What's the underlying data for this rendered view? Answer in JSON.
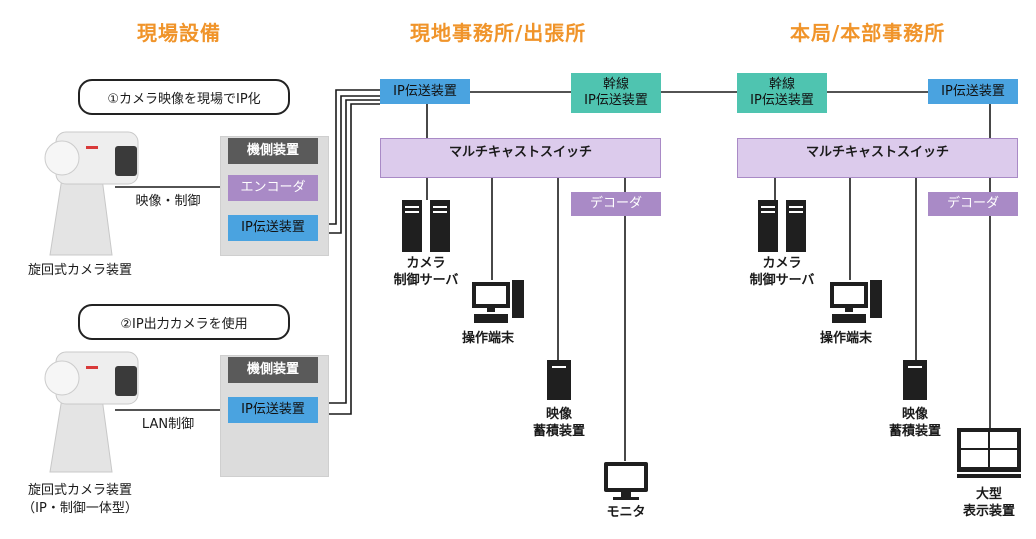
{
  "headers": {
    "site": "現場設備",
    "local": "現地事務所/出張所",
    "hq": "本局/本部事務所"
  },
  "left": {
    "callout1": "①カメラ映像を現場でIP化",
    "callout2": "②IP出力カメラを使用",
    "camera1_label": "旋回式カメラ装置",
    "camera2_label": "旋回式カメラ装置",
    "camera2_sub": "（IP・制御一体型）",
    "link1": "映像・制御",
    "link2": "LAN制御",
    "side_unit_title_1": "機側装置",
    "encoder": "エンコーダ",
    "ip1": "IP伝送装置",
    "side_unit_title_2": "機側装置",
    "ip2": "IP伝送装置"
  },
  "local": {
    "ip": "IP伝送装置",
    "trunk": "幹線\nIP伝送装置",
    "switch": "マルチキャストスイッチ",
    "decoder": "デコーダ",
    "server": "カメラ\n制御サーバ",
    "terminal": "操作端末",
    "storage": "映像\n蓄積装置",
    "monitor": "モニタ"
  },
  "hq": {
    "trunk": "幹線\nIP伝送装置",
    "ip": "IP伝送装置",
    "switch": "マルチキャストスイッチ",
    "decoder": "デコーダ",
    "server": "カメラ\n制御サーバ",
    "terminal": "操作端末",
    "storage": "映像\n蓄積装置",
    "display": "大型\n表示装置"
  },
  "colors": {
    "header": "#f0942a",
    "ip_box": "#4aa3e0",
    "trunk_box": "#4fc4b0",
    "decoder": "#a98ac6",
    "switch": "#dccbec",
    "side_title": "#5a5a5a",
    "side_panel": "#dcdcdc"
  }
}
